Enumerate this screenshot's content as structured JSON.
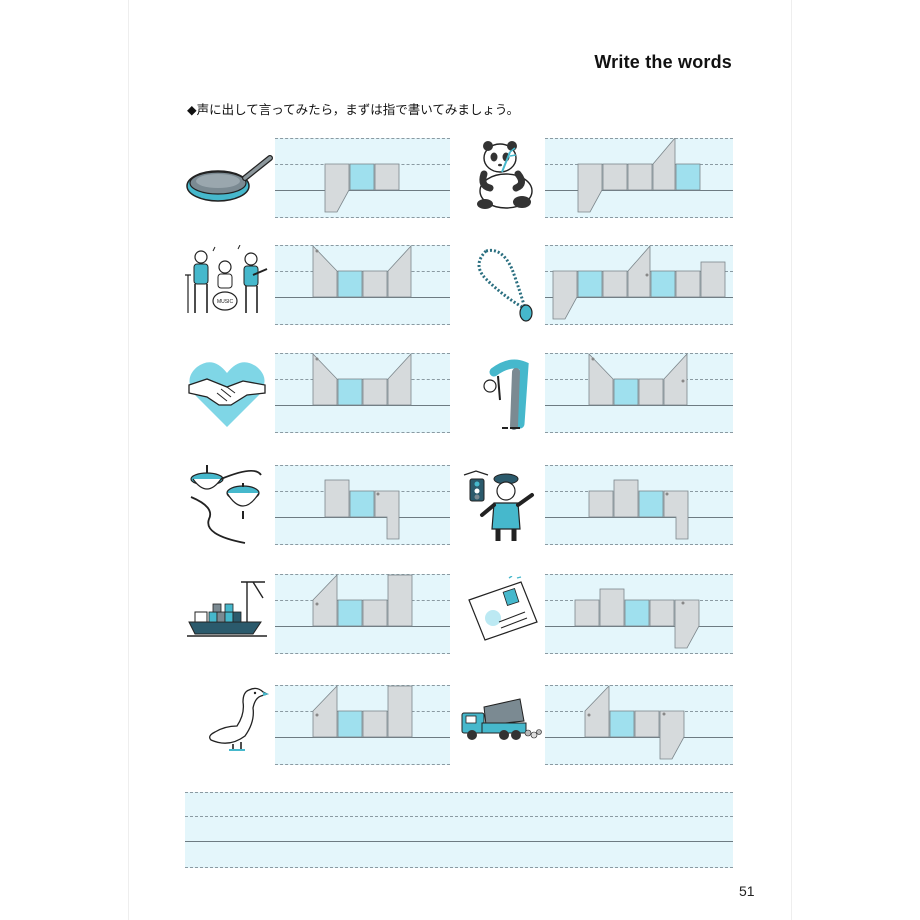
{
  "page": {
    "title": "Write the words",
    "instruction": "◆声に出して言ってみたら，まずは指で書いてみましょう。",
    "page_number": "51"
  },
  "items": [
    {
      "picture": "frying-pan-icon"
    },
    {
      "picture": "panda-icon"
    },
    {
      "picture": "band-icon",
      "picture_text": "MUSIC"
    },
    {
      "picture": "necklace-icon"
    },
    {
      "picture": "handshake-icon"
    },
    {
      "picture": "bending-person-icon"
    },
    {
      "picture": "spinning-top-icon"
    },
    {
      "picture": "police-officer-icon"
    },
    {
      "picture": "cargo-ship-icon"
    },
    {
      "picture": "postcard-icon"
    },
    {
      "picture": "goose-icon"
    },
    {
      "picture": "dump-truck-icon"
    }
  ],
  "colors": {
    "guide_background": "#e4f6fb",
    "letter_box": "#d6dadc",
    "vowel_box": "#9fe0ee",
    "accent": "#46b8cc",
    "ink": "#222222"
  }
}
